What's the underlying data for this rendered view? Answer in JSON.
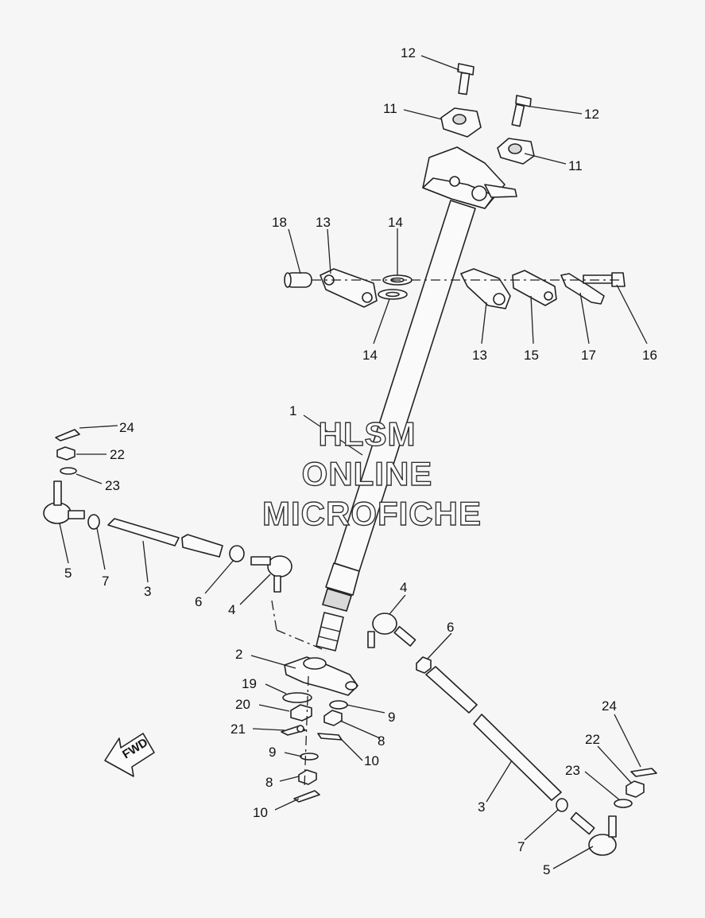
{
  "watermark": {
    "line1": "HLSM",
    "line2": "ONLINE",
    "line3": "MICROFICHE"
  },
  "fwd_label": "FWD",
  "callouts": {
    "c1": "1",
    "c2": "2",
    "c3a": "3",
    "c3b": "3",
    "c4a": "4",
    "c4b": "4",
    "c5a": "5",
    "c5b": "5",
    "c6a": "6",
    "c6b": "6",
    "c7a": "7",
    "c7b": "7",
    "c8a": "8",
    "c8b": "8",
    "c9a": "9",
    "c9b": "9",
    "c10a": "10",
    "c10b": "10",
    "c11a": "11",
    "c11b": "11",
    "c12a": "12",
    "c12b": "12",
    "c13a": "13",
    "c13b": "13",
    "c14a": "14",
    "c14b": "14",
    "c15": "15",
    "c16": "16",
    "c17": "17",
    "c18": "18",
    "c19": "19",
    "c20": "20",
    "c21": "21",
    "c22a": "22",
    "c22b": "22",
    "c23a": "23",
    "c23b": "23",
    "c24a": "24",
    "c24b": "24"
  }
}
